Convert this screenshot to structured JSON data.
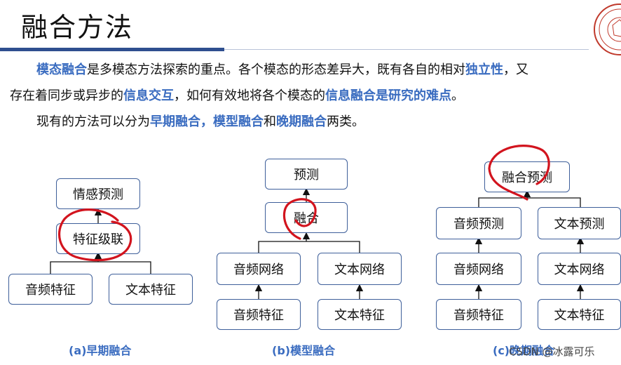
{
  "title": "融合方法",
  "paragraphs": {
    "p1": {
      "hl1": "模态融合",
      "t1": "是多模态方法探索的重点。各个模态的形态差异大，既有各自的相对",
      "hl2": "独立性",
      "t2": "，又"
    },
    "p2": {
      "t1": "存在着同步或异步的",
      "hl1": "信息交互",
      "t2": "，如何有效地将各个模态的",
      "hl2": "信息融合是研究的难点",
      "t3": "。"
    },
    "p3": {
      "t1": "现有的方法可以分为",
      "hl1": "早期融合，模型融合",
      "t2": "和",
      "hl2": "晚期融合",
      "t3": "两类。"
    }
  },
  "diagram_a": {
    "top": "情感预测",
    "mid": "特征级联",
    "left": "音频特征",
    "right": "文本特征",
    "caption": "(a)早期融合"
  },
  "diagram_b": {
    "top": "预测",
    "mid": "融合",
    "net_left": "音频网络",
    "net_right": "文本网络",
    "feat_left": "音频特征",
    "feat_right": "文本特征",
    "caption": "(b)模型融合"
  },
  "diagram_c": {
    "top": "融合预测",
    "pred_left": "音频预测",
    "pred_right": "文本预测",
    "net_left": "音频网络",
    "net_right": "文本网络",
    "feat_left": "音频特征",
    "feat_right": "文本特征",
    "caption": "(c)晚期融合"
  },
  "watermark": "CSDN @冰露可乐",
  "colors": {
    "accent": "#3a6cc0",
    "box_border": "#3e5f9a",
    "annotation": "#d2141e"
  }
}
